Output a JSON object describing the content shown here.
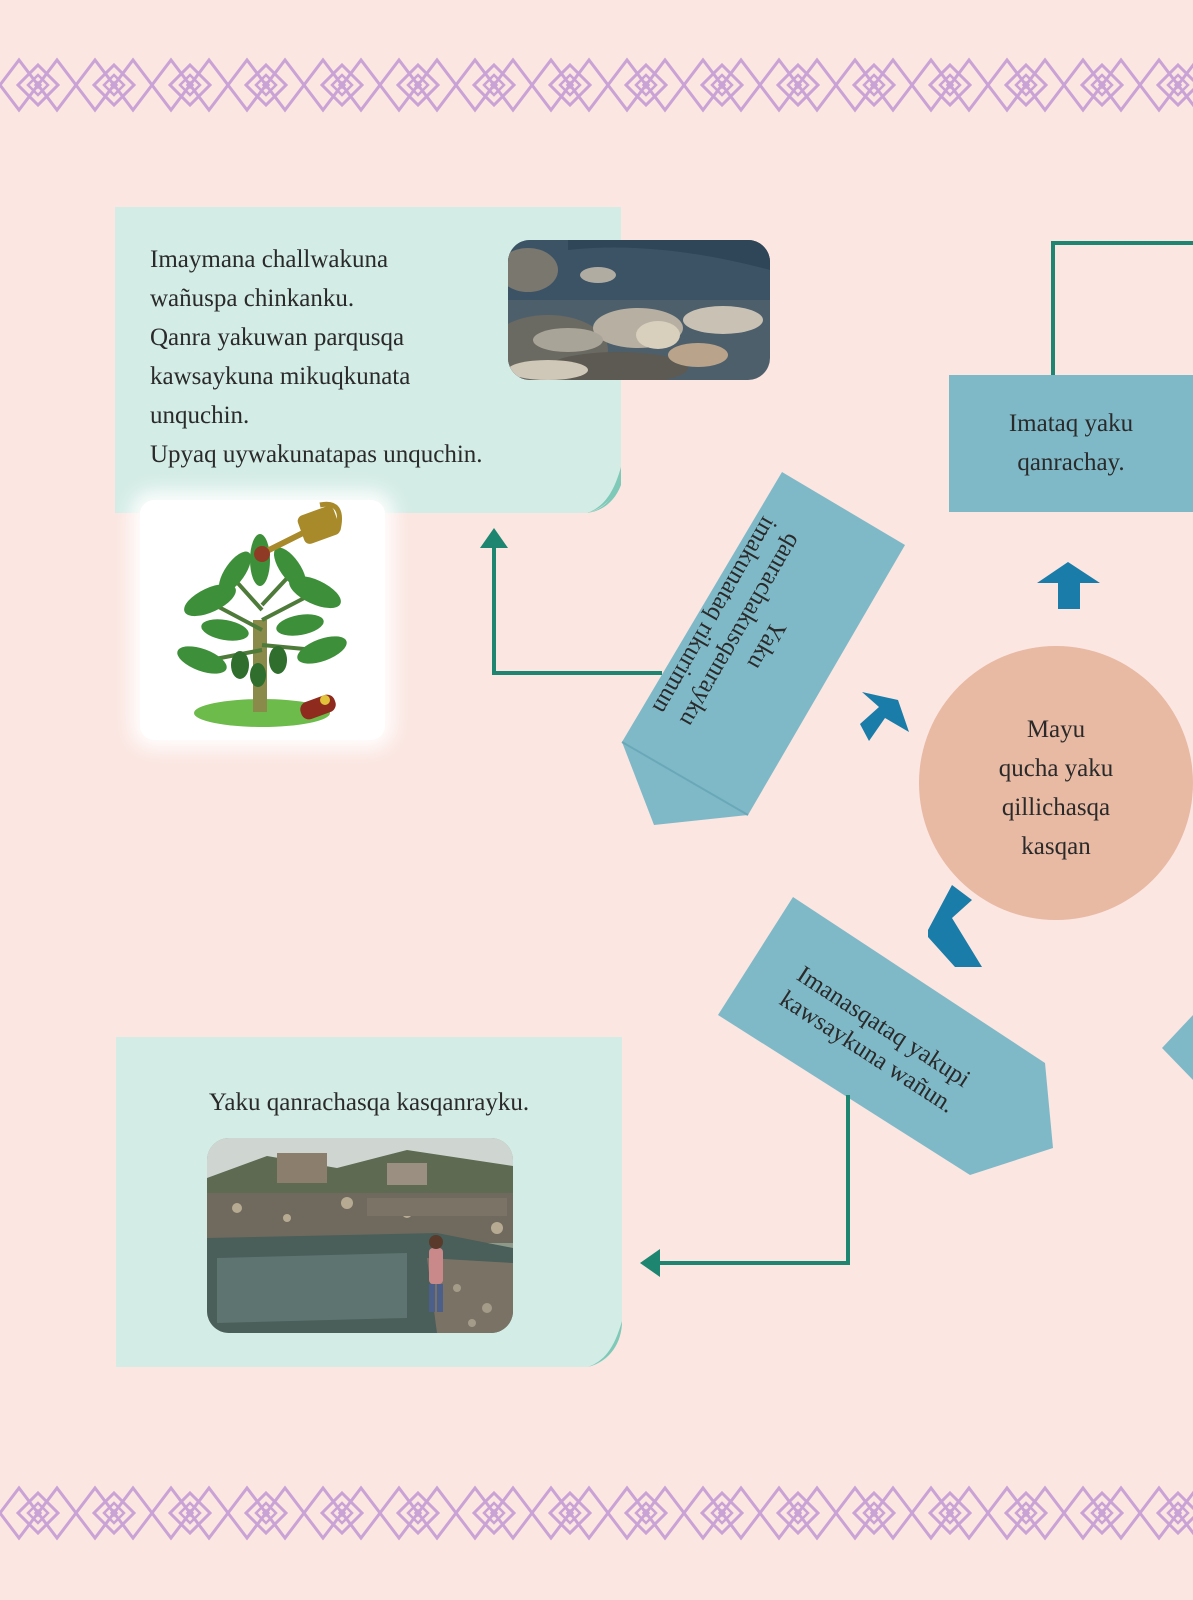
{
  "colors": {
    "background": "#fbe6e1",
    "note_fill": "#d4ece6",
    "note_curl": "#7fc9b8",
    "box_fill": "#7fb9c8",
    "circle_fill": "#e8b9a3",
    "connector": "#1d8570",
    "arrow_fill": "#1a7ca8",
    "border_pattern": "#c9a2d6"
  },
  "top_note": {
    "lines": [
      "Imaymana challwakuna",
      "wañuspa chinkanku.",
      "Qanra yakuwan parqusqa",
      "kawsaykuna mikuqkunata",
      "unquchin.",
      "Upyaq uywakunatapas unquchin."
    ]
  },
  "bottom_note": {
    "text": "Yaku qanrachasqa kasqanrayku."
  },
  "center_circle": {
    "lines": [
      "Mayu",
      "qucha yaku",
      "qillichasqa",
      "kasqan"
    ]
  },
  "top_right_box": {
    "lines": [
      "Imataq yaku",
      "qanrachay."
    ]
  },
  "left_arrow_box": {
    "lines": [
      "Yaku",
      "qanrachakusqanrayku",
      "imakunataq rikurimun"
    ]
  },
  "bottom_arrow_box": {
    "lines": [
      "Imanasqataq yakupi",
      "kawsaykuna wañun."
    ]
  },
  "icons": {
    "dead_fish_photo": "dead-fish-photo",
    "plant_illustration": "watered-plant-icon",
    "polluted_river_photo": "polluted-river-photo"
  }
}
